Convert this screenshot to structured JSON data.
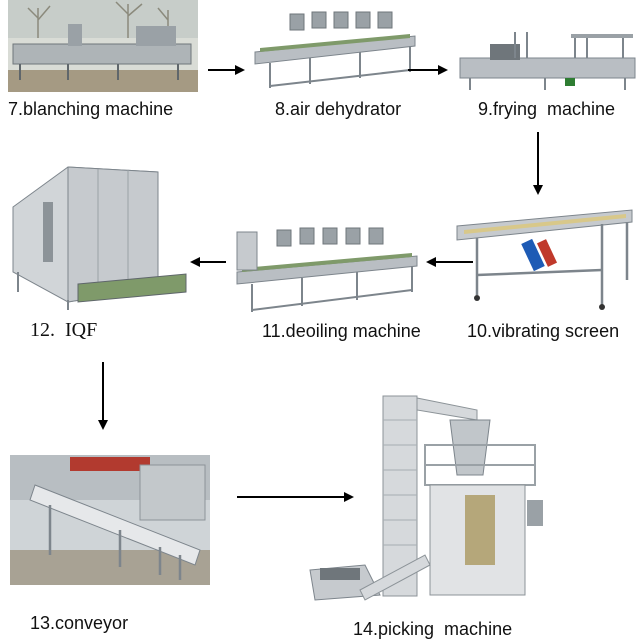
{
  "steps": {
    "s7": {
      "label": "7.blanching machine"
    },
    "s8": {
      "label": "8.air dehydrator"
    },
    "s9": {
      "label": "9.frying  machine"
    },
    "s10": {
      "label": "10.vibrating screen"
    },
    "s11": {
      "label": "11.deoiling machine"
    },
    "s12": {
      "label": "12.  IQF"
    },
    "s13": {
      "label": "13.conveyor"
    },
    "s14": {
      "label": "14.picking  machine"
    }
  },
  "colors": {
    "steel": "#b9bec3",
    "steel_dark": "#7d858c",
    "belt_green": "#7f9a6a",
    "sky": "#c9d2d8",
    "ground": "#9c8f78",
    "arrow": "#000000"
  },
  "icons": {
    "arrow": "arrow-right-icon"
  }
}
